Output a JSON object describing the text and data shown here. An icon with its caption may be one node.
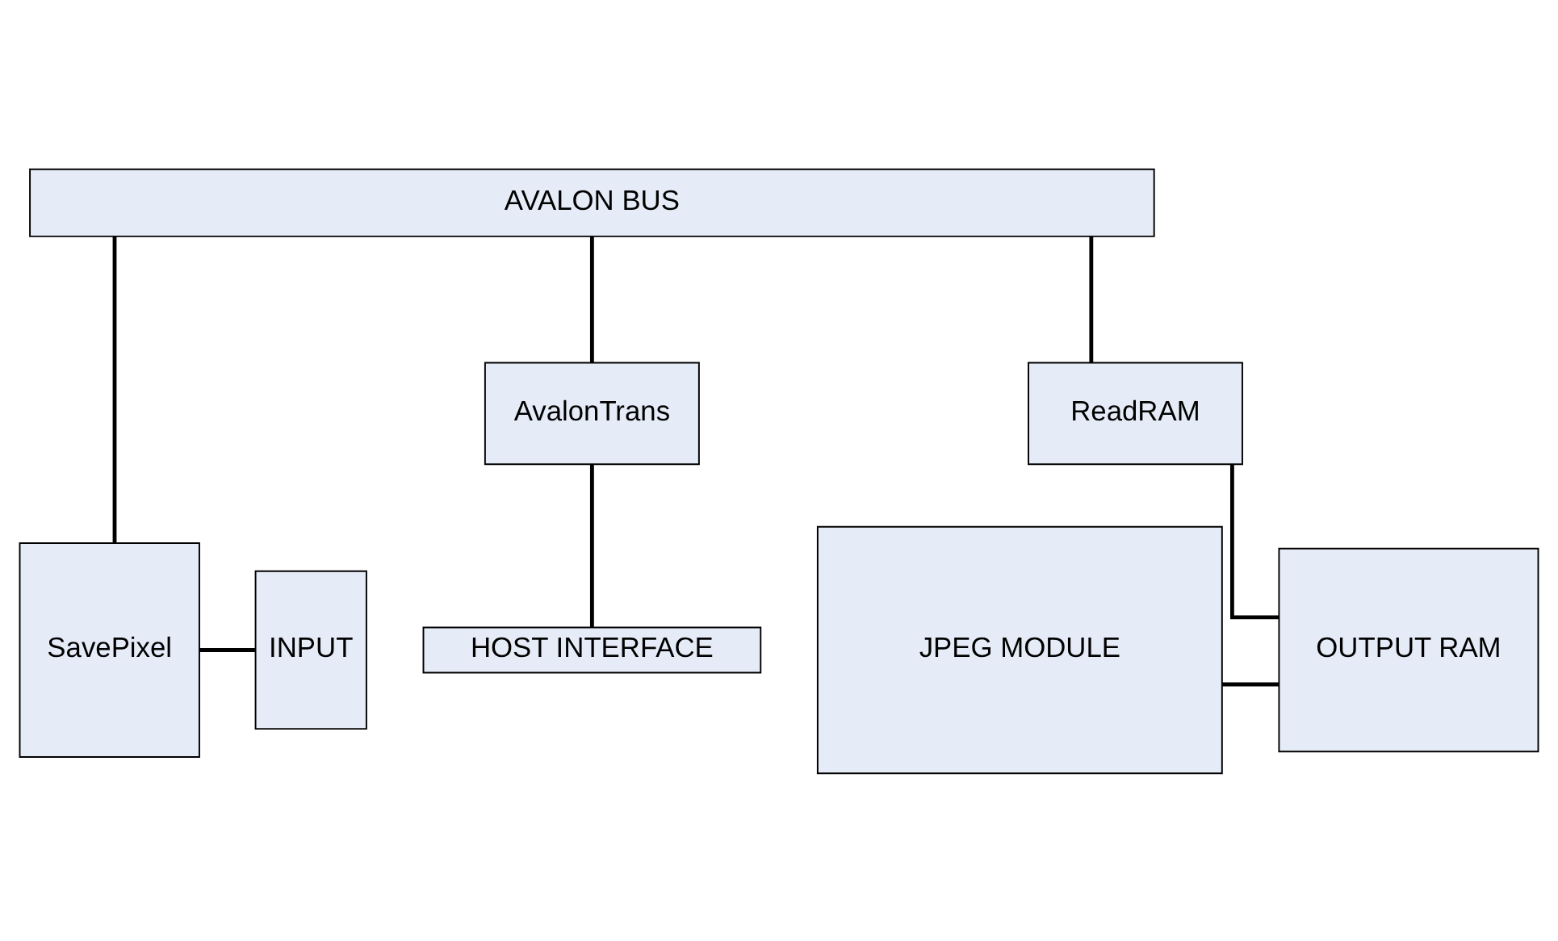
{
  "diagram": {
    "nodes": [
      {
        "text": [
          "AVALON BUS"
        ]
      },
      {
        "text": [
          "AvalonTrans"
        ]
      },
      {
        "text": [
          "ReadRAM"
        ]
      },
      {
        "text": [
          "SavePixel"
        ]
      },
      {
        "text": [
          "HOST INTERFACE"
        ]
      },
      {
        "text": [
          "INPUT"
        ]
      },
      {
        "text": [
          "JPEG MODULE"
        ]
      },
      {
        "text": [
          "OUTPUT RAM"
        ]
      }
    ],
    "edges": [
      {
        "from": 0,
        "to": 3,
        "arrow": "none"
      },
      {
        "from": 0,
        "to": 1,
        "arrow": "none"
      },
      {
        "from": 0,
        "to": 2,
        "arrow": "none"
      },
      {
        "from": 1,
        "to": 4,
        "arrow": "none"
      },
      {
        "from": 2,
        "to": 7,
        "arrow": "none"
      },
      {
        "from": 3,
        "to": 5,
        "arrow": "none"
      },
      {
        "from": 6,
        "to": 7,
        "arrow": "none"
      }
    ]
  }
}
